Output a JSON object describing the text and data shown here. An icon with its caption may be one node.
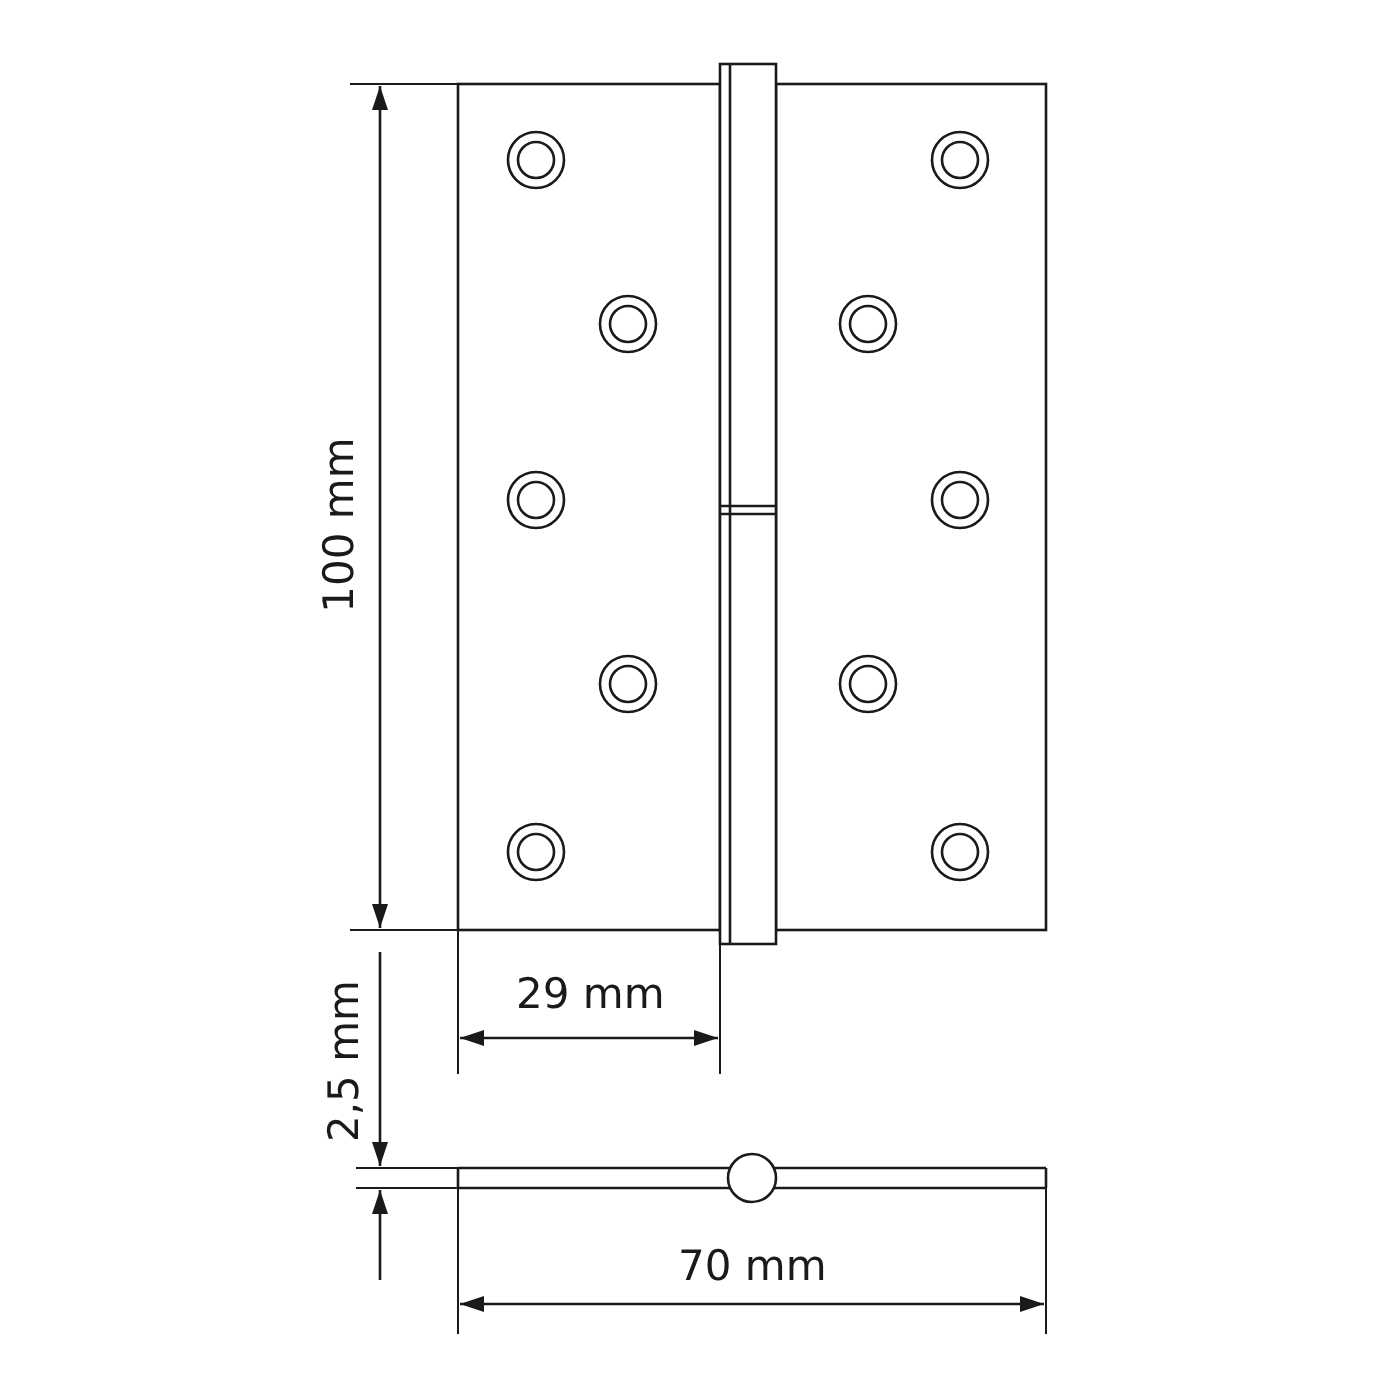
{
  "diagram": {
    "labels": [
      "100 mm",
      "29 mm",
      "2,5 mm",
      "70 mm"
    ]
  }
}
